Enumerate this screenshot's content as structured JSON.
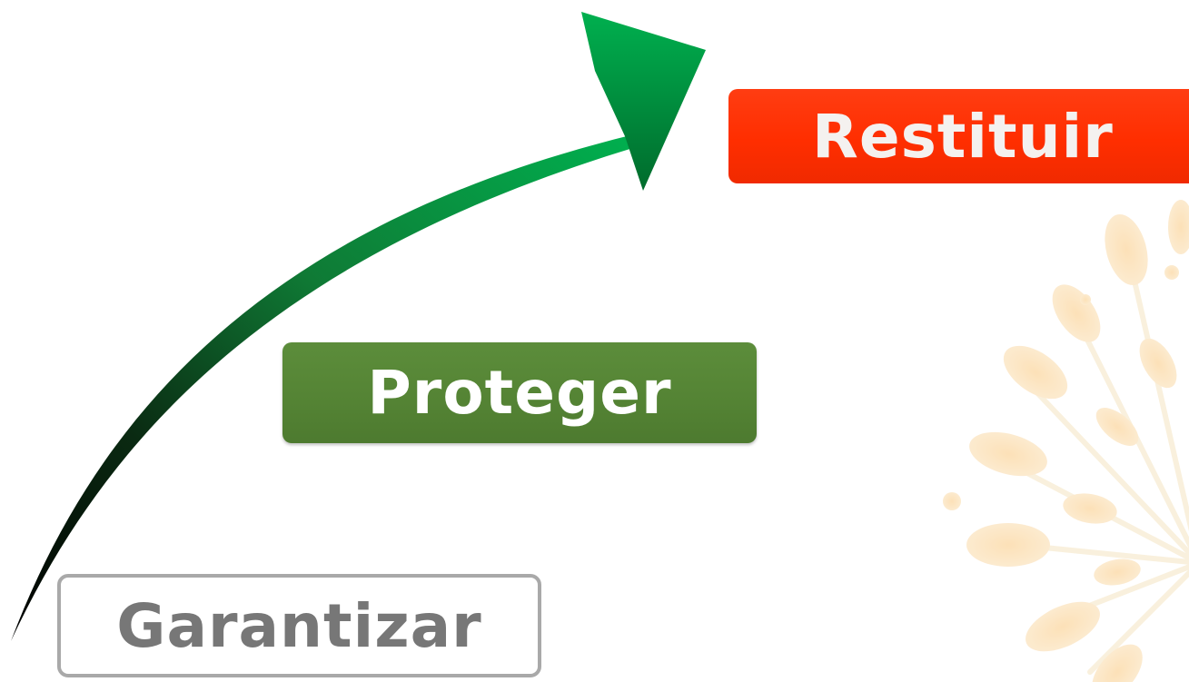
{
  "steps": {
    "restituir": "Restituir",
    "proteger": "Proteger",
    "garantizar": "Garantizar"
  },
  "colors": {
    "restituir_box": "#ff3300",
    "proteger_box": "#548334",
    "garantizar_border": "#a9a9a9",
    "garantizar_text": "#777777",
    "arrow_start": "#000000",
    "arrow_end": "#00b04f",
    "ornament": "#f7c97a"
  },
  "icons": {
    "arrow": "curved-up-arrow-icon",
    "ornament": "starburst-ornament-icon"
  }
}
